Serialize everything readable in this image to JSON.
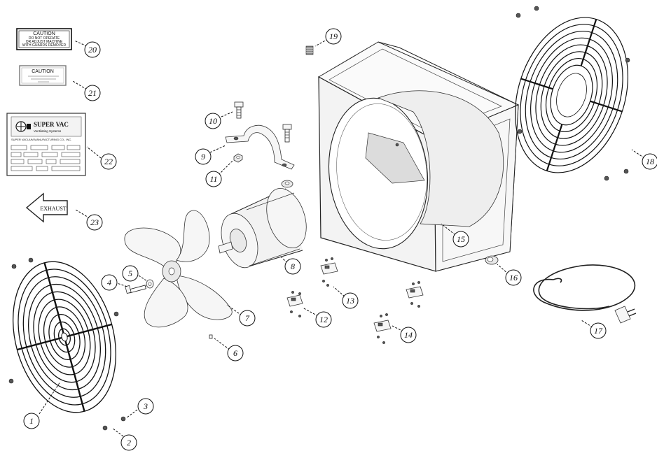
{
  "callouts": [
    "1",
    "2",
    "3",
    "4",
    "5",
    "6",
    "7",
    "8",
    "9",
    "10",
    "11",
    "12",
    "13",
    "14",
    "15",
    "16",
    "17",
    "18",
    "19",
    "20",
    "21",
    "22",
    "23"
  ],
  "labels": {
    "caution_guards": {
      "title": "CAUTION",
      "line1": "DO NOT OPERATE",
      "line2": "OR ADJUST MACHINE",
      "line3": "WITH GUARDS REMOVED"
    },
    "caution_small": {
      "title": "CAUTION"
    },
    "nameplate": {
      "brand": "SUPER VAC",
      "tagline": "Ventilating Systems",
      "maker": "SUPER VACUUM MANUFACTURING CO., INC."
    },
    "exhaust_arrow": "EXHAUST"
  }
}
